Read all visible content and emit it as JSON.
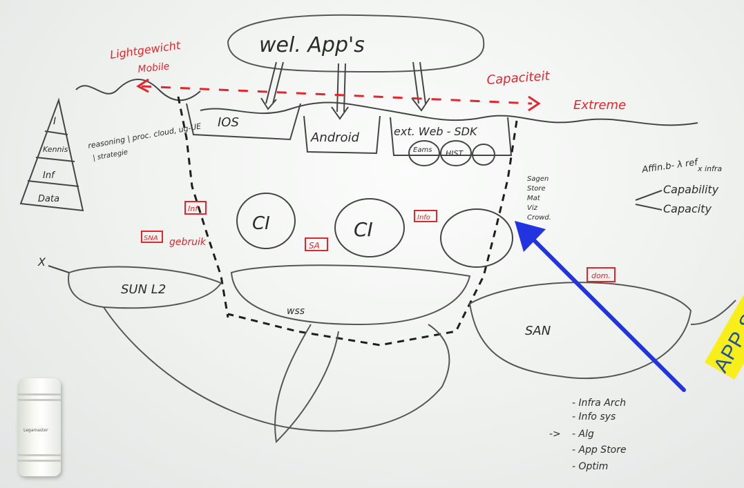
{
  "whiteboard": {
    "top_bubble": "wel. App's",
    "left_red_top": "Lightgewicht",
    "left_red_bottom": "Mobile",
    "right_red_top": "Capaciteit",
    "right_red_bottom": "Extreme",
    "platform_ios": "IOS",
    "platform_android": "Android",
    "platform_web": "ext. Web - SDK",
    "web_sub_a": "Eams",
    "web_sub_b": "HIST",
    "pyramid_top": "I",
    "pyramid_2": "Kennis",
    "pyramid_3": "Inf",
    "pyramid_4": "Data",
    "pyramid_note_1": "reasoning | proc. cloud, ug-UE",
    "pyramid_note_2": "| strategie",
    "red_box_inf": "Inf",
    "red_box_sna": "SNA",
    "red_gebruik": "gebruik",
    "red_box_sa": "SA",
    "red_box_info": "Info",
    "red_box_dom": "dom.",
    "ci_left": "CI",
    "ci_right": "CI",
    "sun_label": "SUN L2",
    "wss_label": "wss",
    "san_label": "SAN",
    "x_label": "X",
    "right_list": [
      "Sagen",
      "Store",
      "Mat",
      "Viz",
      "Crowd."
    ],
    "affin_line": "Affin.b- λ ref",
    "affin_line2": "x infra",
    "capability": "Capability",
    "capacity": "Capacity",
    "bottom_list": [
      "- Infra Arch",
      "- Info sys",
      "- Alg",
      "- App Store",
      "- Optim"
    ],
    "bottom_arrow": "->",
    "banner": "APP STORE",
    "eraser_brand": "Legamaster"
  },
  "colors": {
    "black_marker": "#2b2b2b",
    "red_marker": "#e8242b",
    "blue_arrow": "#2233e0",
    "banner_yellow": "#f7ee1c",
    "banner_text": "#1f4fa8"
  }
}
